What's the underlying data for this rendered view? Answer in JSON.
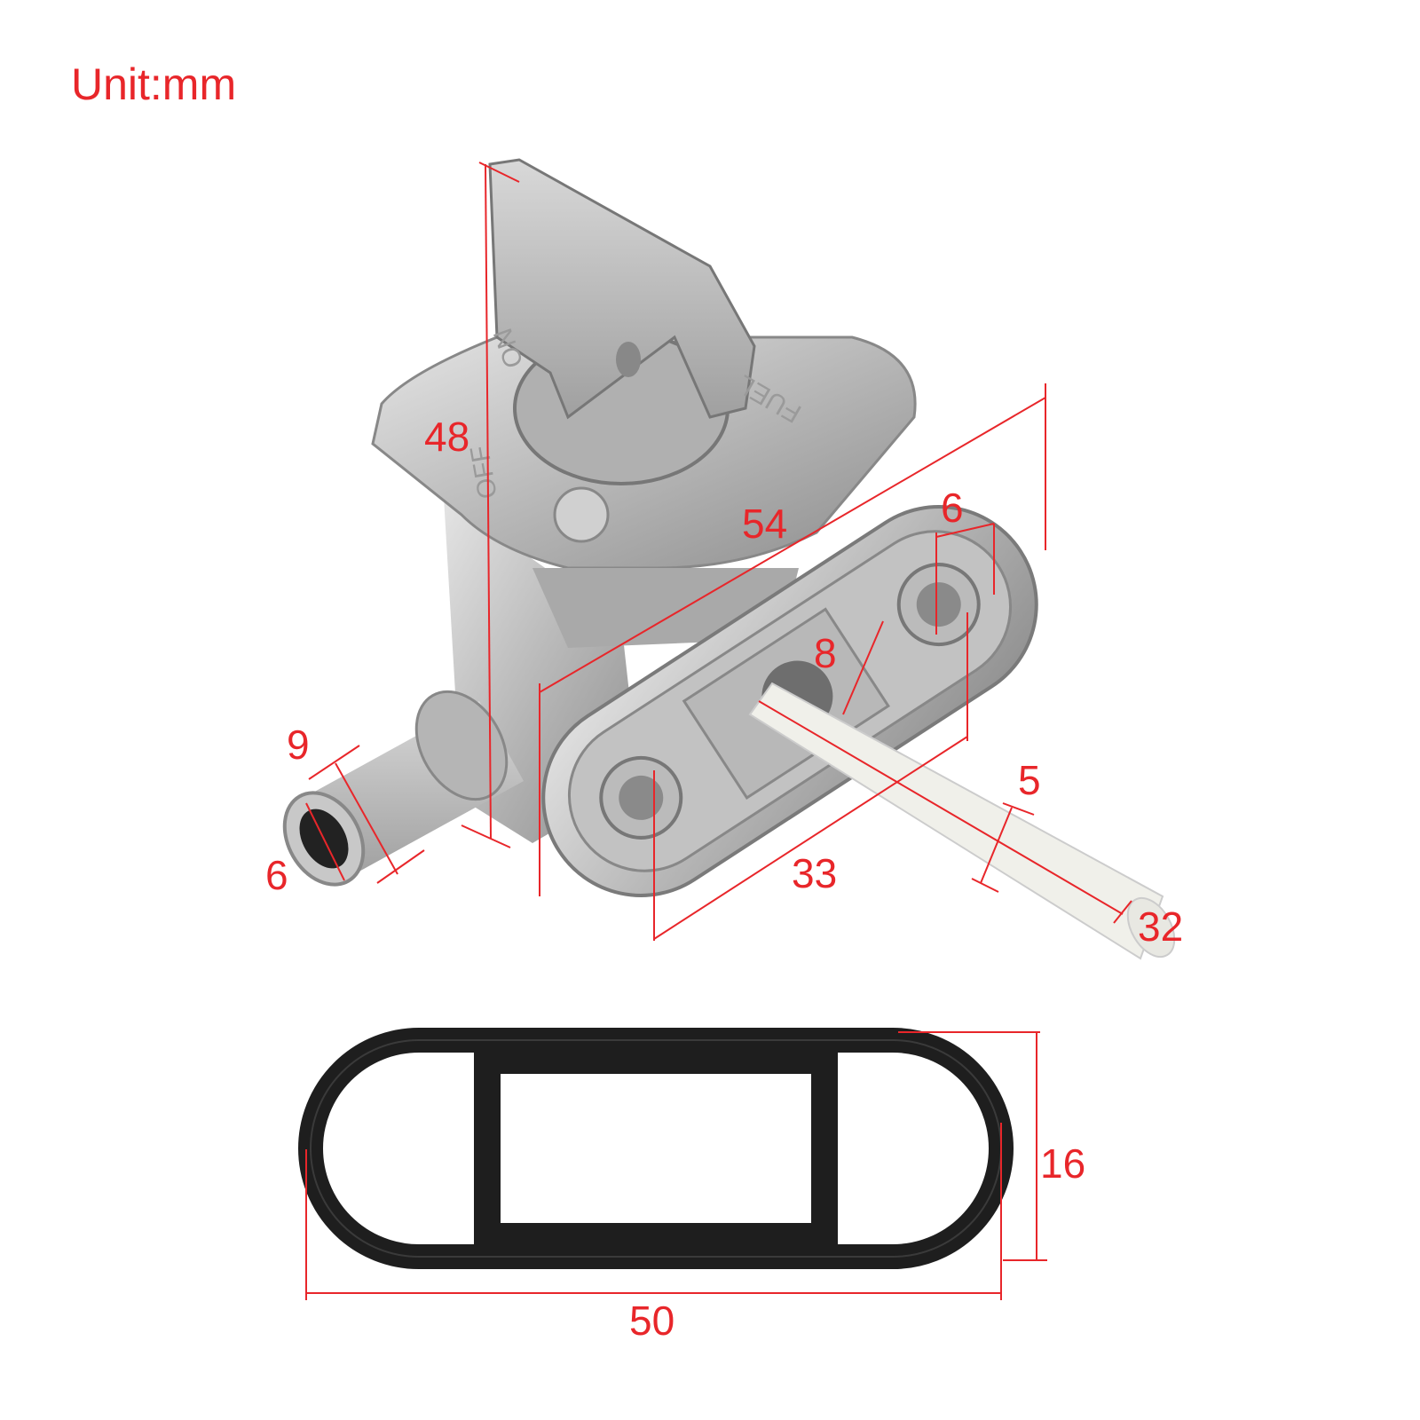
{
  "unit_label": "Unit:mm",
  "product_markings": {
    "fuel": "FUEL",
    "on": "ON",
    "off": "OFF"
  },
  "dimensions": {
    "height": "48",
    "flange_length": "54",
    "small_hole": "6",
    "center_hole": "8",
    "outlet_outer": "9",
    "outlet_inner": "6",
    "filter_diameter": "5",
    "hole_spacing": "33",
    "filter_length": "32",
    "gasket_width": "16",
    "gasket_length": "50"
  },
  "colors": {
    "dimension": "#e8262a",
    "metal": "#c4c4c4",
    "gasket": "#1e1e1e",
    "filter": "#f0f0ea"
  }
}
